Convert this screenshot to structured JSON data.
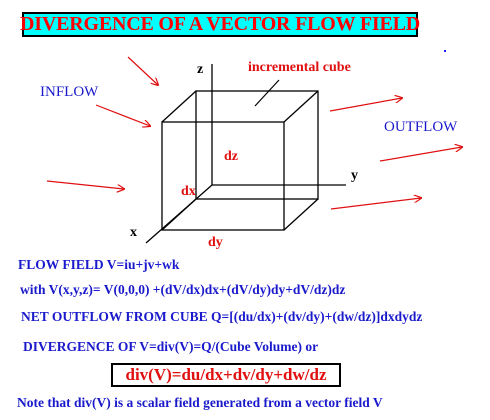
{
  "title": "DIVERGENCE OF A VECTOR FLOW FIELD",
  "labels": {
    "inflow": "INFLOW",
    "outflow": "OUTFLOW",
    "incremental_cube": "incremental cube",
    "axis_z": "z",
    "axis_y": "y",
    "axis_x": "x",
    "dz": "dz",
    "dx": "dx",
    "dy": "dy"
  },
  "equations": {
    "flow_field": "FLOW FIELD V=iu+jv+wk",
    "taylor": "with V(x,y,z)= V(0,0,0) +(dV/dx)dx+(dV/dy)dy+dV/dz)dz",
    "net_outflow": "NET OUTFLOW FROM CUBE Q=[(du/dx)+(dv/dy)+(dw/dz)]dxdydz",
    "divergence_def": "DIVERGENCE OF V=div(V)=Q/(Cube Volume) or",
    "divergence_result": "div(V)=du/dx+dv/dy+dw/dz",
    "note": "Note that div(V) is a scalar field generated from a vector field V"
  },
  "colors": {
    "title_bg": "#00ffff",
    "title_text": "#ff0000",
    "text_blue": "#1a1acc",
    "text_red": "#e01010",
    "arrow_red": "#e01010"
  }
}
